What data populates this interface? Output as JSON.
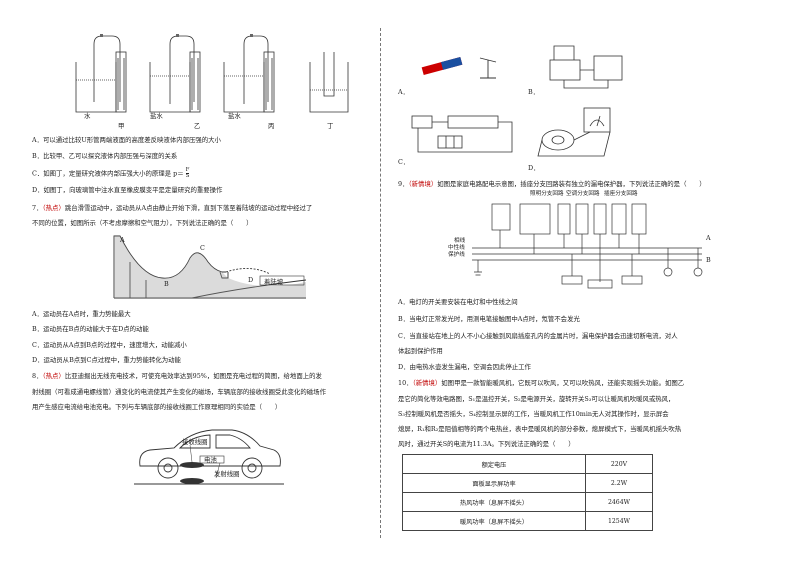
{
  "left": {
    "fig_top_labels": [
      "水",
      "甲",
      "盐水",
      "乙",
      "盐水",
      "丙",
      "丁"
    ],
    "q6_options": {
      "a": "A．可以通过比较U形管两端液面的高度差反映液体内部压强的大小",
      "b": "B．比较甲、乙可以探究液体内部压强与深度的关系",
      "c_prefix": "C．如图丁，定量研究液体内部压强大小的原理是",
      "c_formula_lhs": "p＝",
      "c_num": "F",
      "c_den": "S",
      "d": "D．如图丁，向玻璃管中注水直至橡皮膜变平是定量研究的重要操作"
    },
    "q7": {
      "number": "7．",
      "tag": "（热点）",
      "stem_1": "跳台滑雪运动中，运动员从A点由静止开始下滑，直到下落至着陆坡的运动过程中经过了",
      "stem_2": "不同的位置，如图所示（不考虑摩擦和空气阻力），下列说法正确的是（　　）",
      "fig_labels": {
        "a": "A",
        "b": "B",
        "c": "C",
        "d": "D",
        "slope": "着陆坡"
      },
      "options": [
        "A．运动员在A点时，重力势能最大",
        "B．运动员在B点的动能大于在D点的动能",
        "C．运动员从A点到B点的过程中，速度增大，动能减小",
        "D．运动员从B点到C点过程中，重力势能转化为动能"
      ]
    },
    "q8": {
      "number": "8．",
      "tag": "（热点）",
      "stem_1": "比亚迪掘出无线充电技术，可使充电效率达到95%，如图是充电过程的简图，给地面上的发",
      "stem_2": "射线圈（可看成通电螺线管）通变化的电流使其产生变化的磁场，车辆底部的接收线圈受此变化的磁场作",
      "stem_3": "用产生感应电流给电池充电。下列与车辆底部的接收线圈工作原理相同的实验是（　　）",
      "fig_labels": {
        "receive": "接收线圈",
        "battery": "电池",
        "transmit": "发射线圈"
      }
    }
  },
  "right": {
    "q8_fig_labels": [
      "A．",
      "B．",
      "C．",
      "D．"
    ],
    "q9": {
      "number": "9．",
      "tag": "（新情境）",
      "stem": "如图是家庭电路配电示意图，插座分支回路装有独立的漏电保护器，下列说法正确的是（　　）",
      "fig_labels": {
        "lighting": "照明分支回路",
        "ac": "空调分支回路",
        "socket": "插座分支回路",
        "live": "相线",
        "neutral": "中性线",
        "ground": "保护线",
        "a": "A",
        "b": "B"
      },
      "options": [
        "A．电灯的开关要安装在电灯和中性线之间",
        "B．当电灯正常发光时，用测电笔接触图中A点时，氖管不会发光",
        "C．当直接站在地上的人不小心接触到风扇插座孔内的金属片时，漏电保护器会迅速切断电流，对人",
        "体起到保护作用",
        "D．由电热水壶发生漏电，空调会因此停止工作"
      ]
    },
    "q10": {
      "number": "10．",
      "tag": "（新情境）",
      "stem": [
        "如图甲是一款智能暖风机，它既可以吹风，又可以吹热风，还能实现摇头功能。如图乙",
        "是它的简化等效电路图，S₁是温控开关，S₂是电源开关，旋转开关S₃可以让暖风机吹暖风或热风，",
        "S₃控制暖风机是否摇头，S₄控制显示屏的工作，当暖风机工作10min无人对其操作时，显示屏会",
        "熄屏，R₁和R₂是阻值相等的两个电热丝，表中是暖风机的部分参数，熄屏模式下，当暖风机摇头吹热",
        "风时，通过开关S的电流为11.3A。下列说法正确的是（　　）"
      ],
      "table": [
        {
          "name": "额定电压",
          "value": "220V"
        },
        {
          "name": "面板显示屏功率",
          "value": "2.2W"
        },
        {
          "name": "热风功率（息屏不摇头）",
          "value": "2464W"
        },
        {
          "name": "暖风功率（息屏不摇头）",
          "value": "1254W"
        }
      ]
    }
  }
}
